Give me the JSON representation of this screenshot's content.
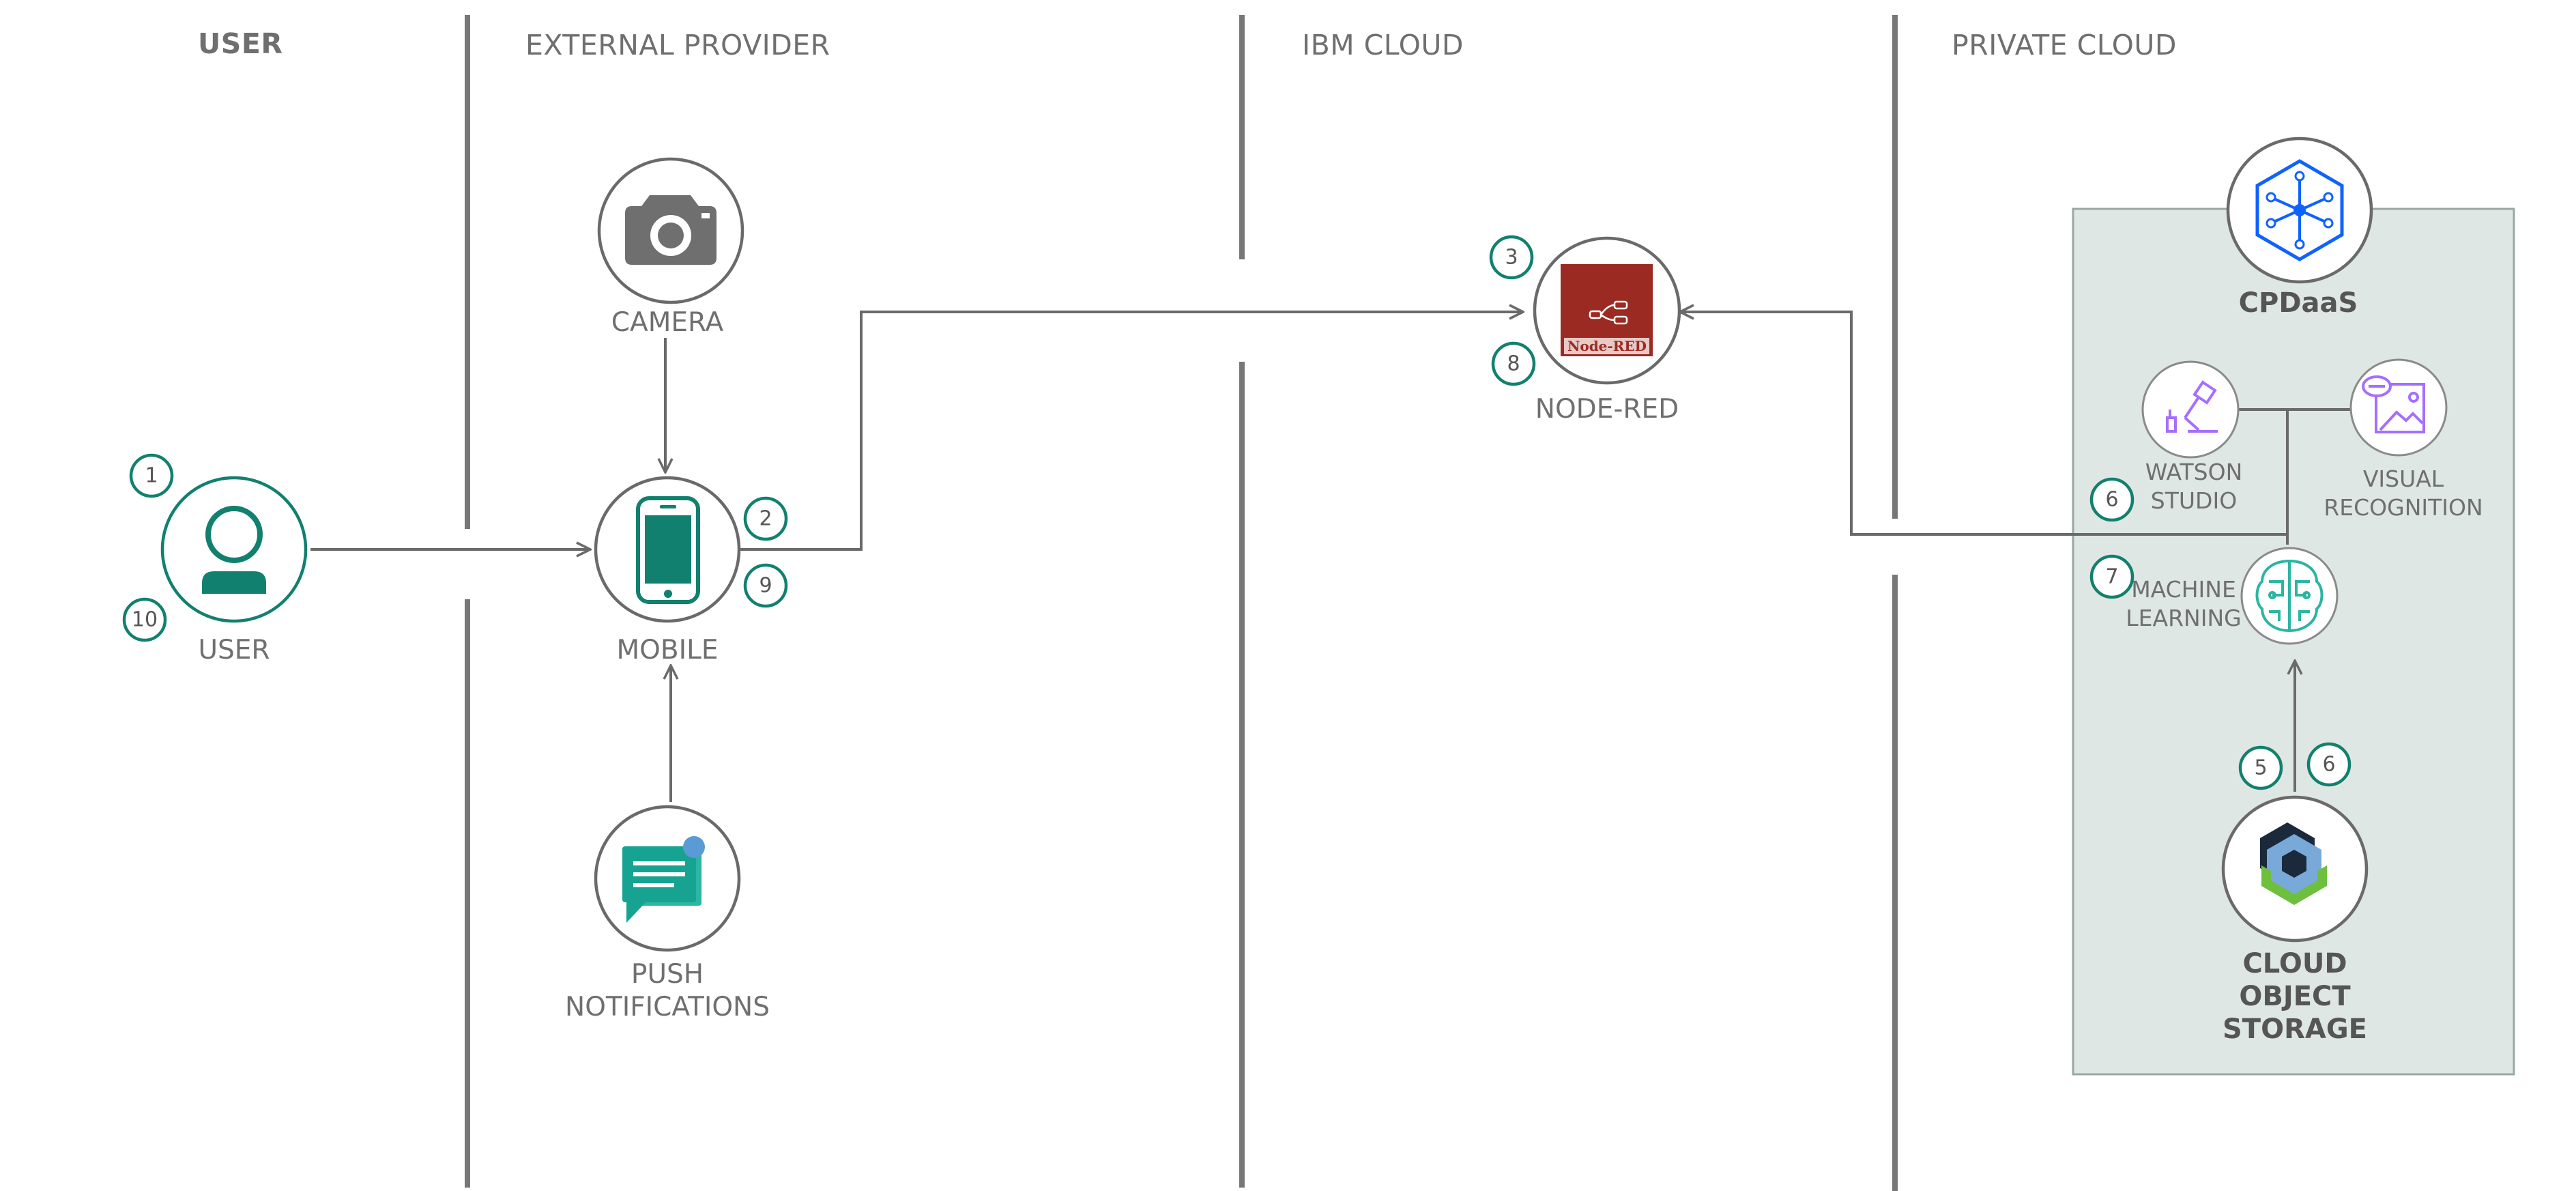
{
  "lanes": [
    {
      "title": "USER"
    },
    {
      "title": "EXTERNAL PROVIDER"
    },
    {
      "title": "IBM CLOUD"
    },
    {
      "title": "PRIVATE CLOUD"
    }
  ],
  "nodes": {
    "user": {
      "label": "USER",
      "icon": "person-icon"
    },
    "camera": {
      "label": "CAMERA",
      "icon": "camera-icon"
    },
    "mobile": {
      "label": "MOBILE",
      "icon": "smartphone-icon"
    },
    "push": {
      "label_line1": "PUSH",
      "label_line2": "NOTIFICATIONS",
      "icon": "chat-bubble-icon"
    },
    "nodered": {
      "label": "NODE-RED",
      "logo_text": "Node-RED",
      "icon": "node-red-logo"
    },
    "cpdaas": {
      "label": "CPDaaS",
      "icon": "hexagon-network-icon"
    },
    "watson": {
      "label_line1": "WATSON",
      "label_line2": "STUDIO",
      "icon": "desk-lamp-icon"
    },
    "visual": {
      "label_line1": "VISUAL",
      "label_line2": "RECOGNITION",
      "icon": "image-recognition-icon"
    },
    "ml": {
      "label_line1": "MACHINE",
      "label_line2": "LEARNING",
      "icon": "brain-icon"
    },
    "cos": {
      "label_line1": "CLOUD",
      "label_line2": "OBJECT",
      "label_line3": "STORAGE",
      "icon": "cube-storage-icon"
    }
  },
  "steps": {
    "s1": "1",
    "s10": "10",
    "s2": "2",
    "s9": "9",
    "s3": "3",
    "s8": "8",
    "s6a": "6",
    "s7": "7",
    "s5": "5",
    "s6b": "6"
  },
  "colors": {
    "teal": "#12806e",
    "gray": "#6f6f6f",
    "private_cloud_bg": "#dfe7e5",
    "nodered_red": "#9b2a22",
    "ibm_blue": "#0f62fe",
    "purple": "#a56eff"
  }
}
